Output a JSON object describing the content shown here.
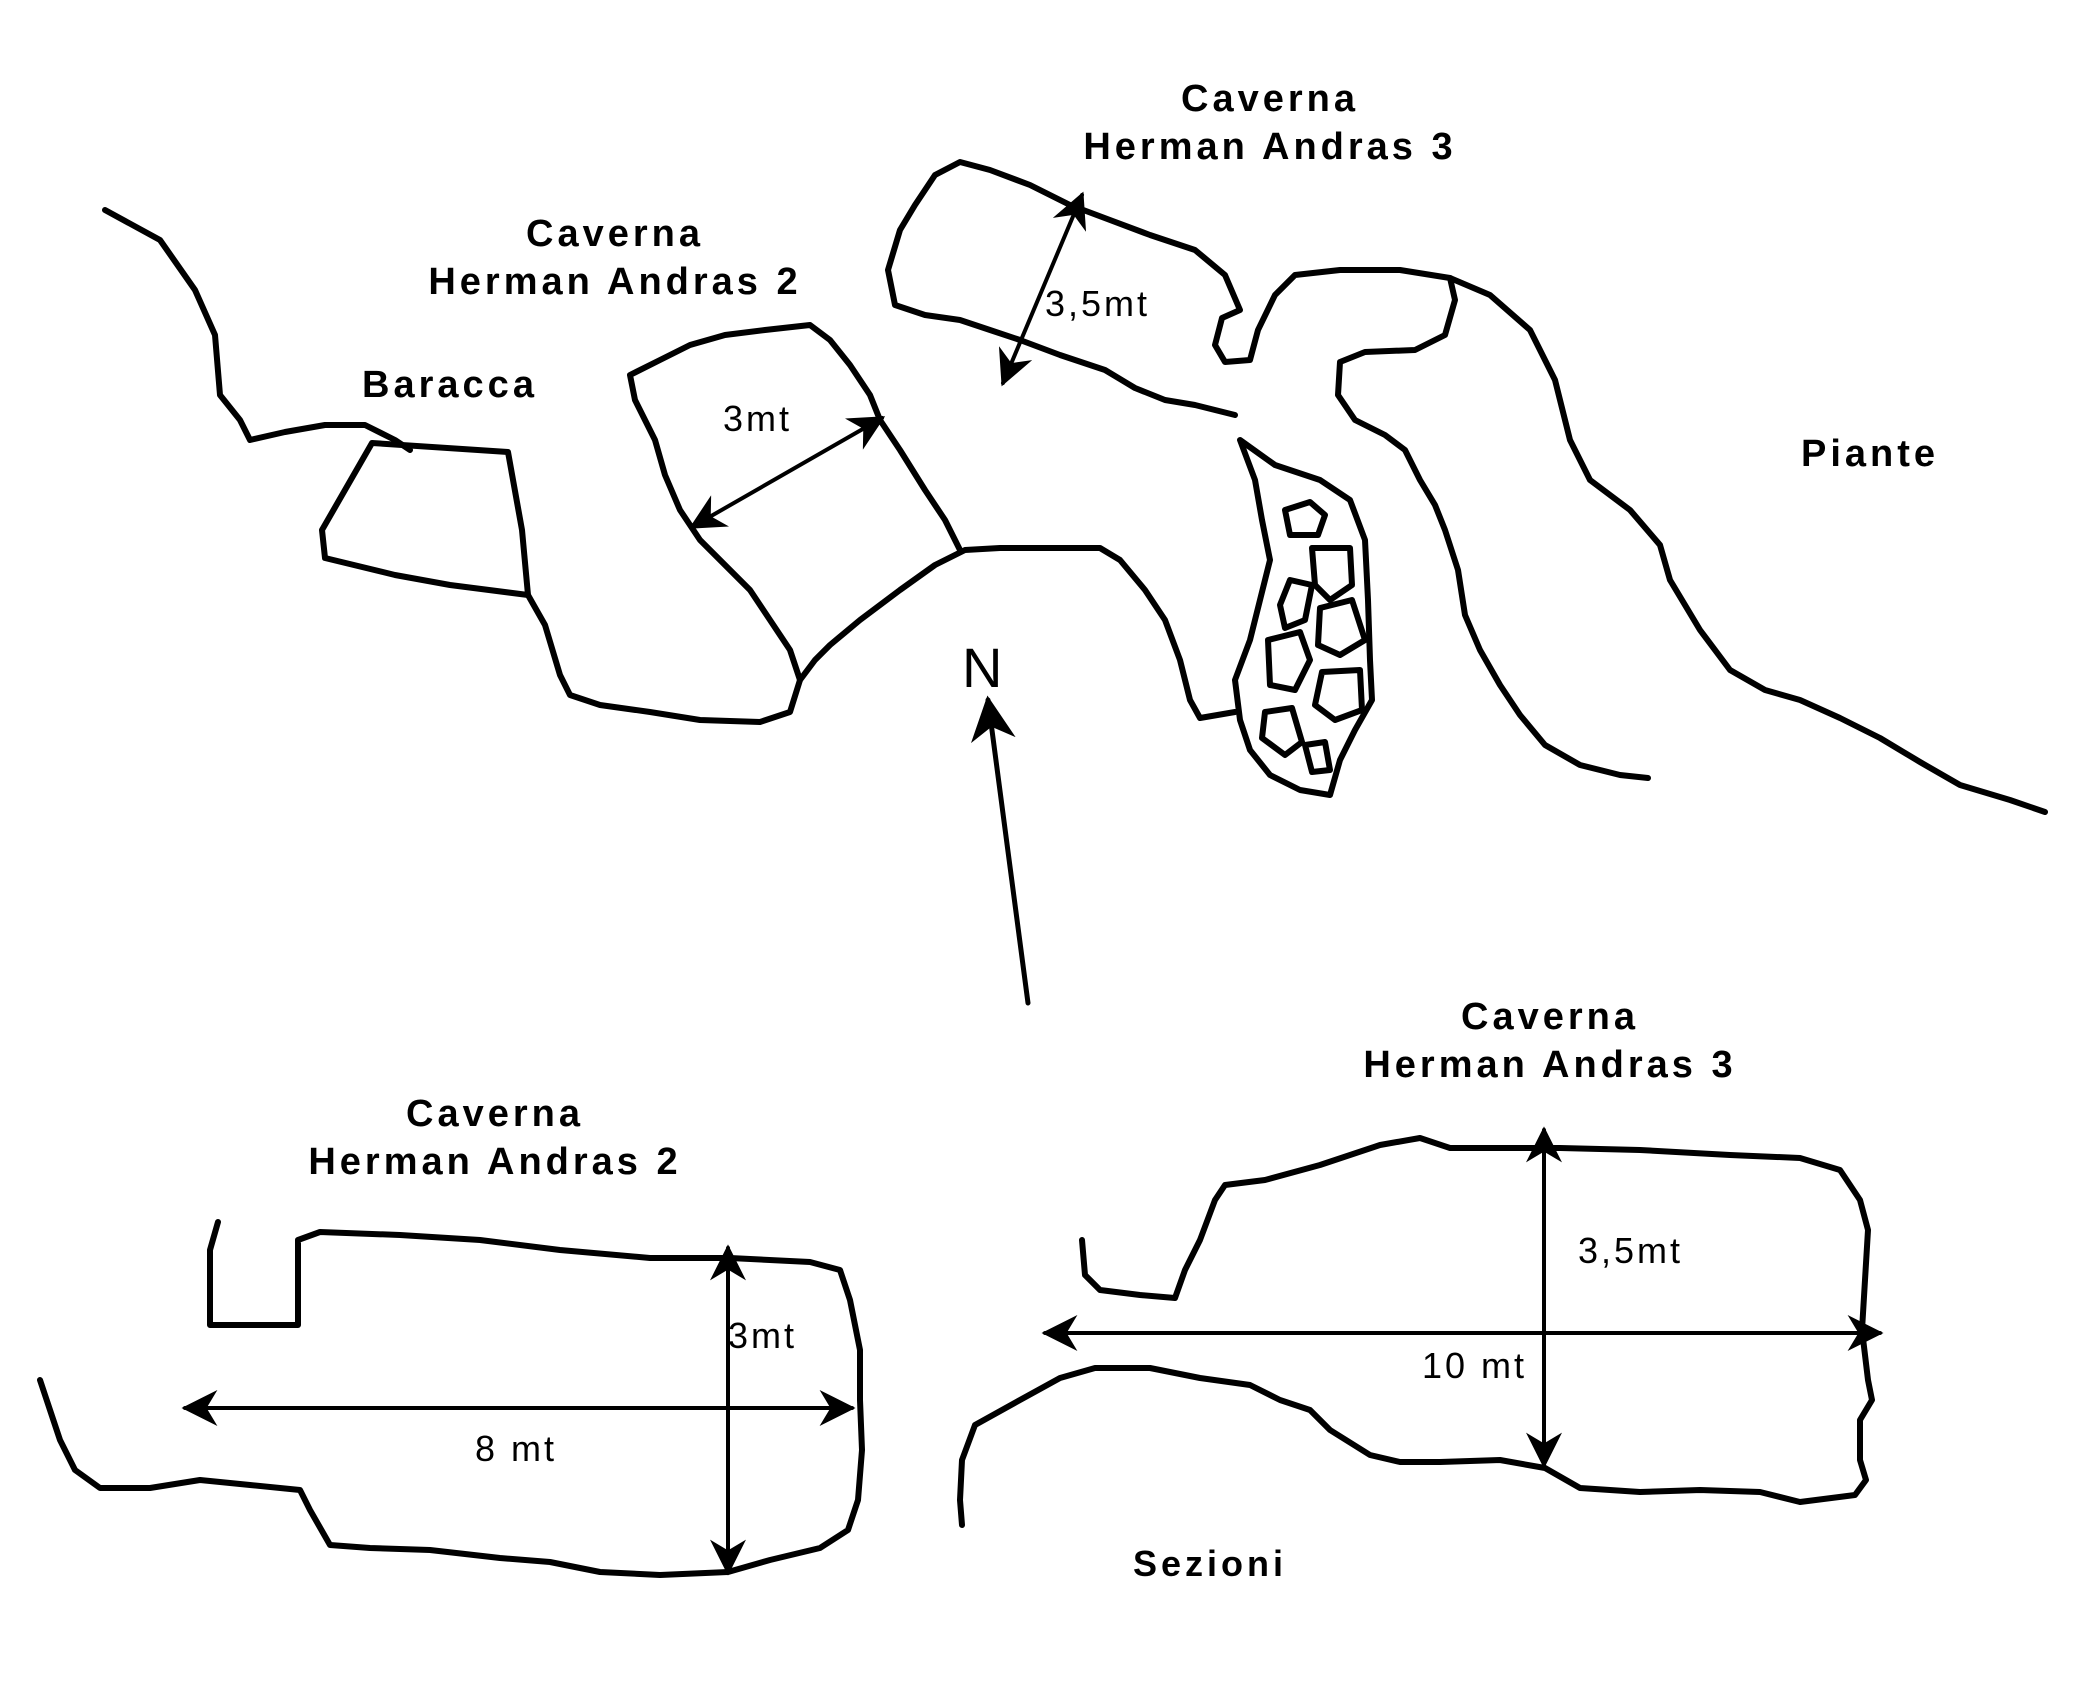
{
  "plan": {
    "cave3_line1": "Caverna",
    "cave3_line2": "Herman Andras 3",
    "cave2_line1": "Caverna",
    "cave2_line2": "Herman Andras 2",
    "baracca": "Baracca",
    "piante": "Piante",
    "dim_cave3": "3,5mt",
    "dim_cave2": "3mt",
    "north": "N"
  },
  "sections": {
    "left_line1": "Caverna",
    "left_line2": "Herman Andras 2",
    "left_height": "3mt",
    "left_length": "8 mt",
    "right_line1": "Caverna",
    "right_line2": "Herman Andras 3",
    "right_height": "3,5mt",
    "right_length": "10 mt",
    "caption": "Sezioni"
  }
}
